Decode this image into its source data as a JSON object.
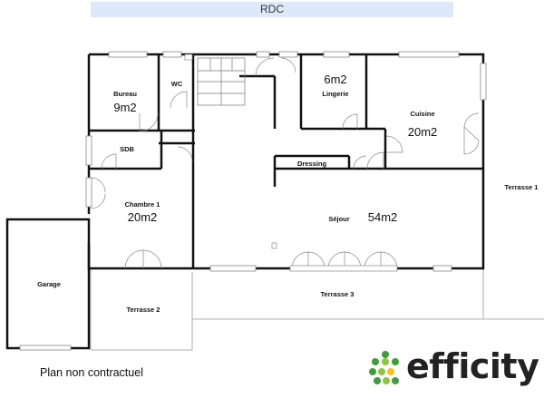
{
  "banner": "RDC",
  "rooms": {
    "bureau": {
      "name": "Bureau",
      "area": "9m2"
    },
    "wc": {
      "name": "WC"
    },
    "lingerie": {
      "name": "Lingerie",
      "area": "6m2"
    },
    "cuisine": {
      "name": "Cuisine",
      "area": "20m2"
    },
    "sdb": {
      "name": "SDB"
    },
    "dressing": {
      "name": "Dressing"
    },
    "chambre1": {
      "name": "Chambre 1",
      "area": "20m2"
    },
    "sejour": {
      "name": "Séjour",
      "area": "54m2"
    },
    "garage": {
      "name": "Garage"
    },
    "terrasse1": {
      "name": "Terrasse 1"
    },
    "terrasse2": {
      "name": "Terrasse 2"
    },
    "terrasse3": {
      "name": "Terrasse 3"
    }
  },
  "footer_note": "Plan non contractuel",
  "brand": {
    "name": "efficity",
    "colors": {
      "dot_green": "#3f9d3a",
      "dot_light": "#8dc63f",
      "dot_yellow": "#f3c21b",
      "text": "#222222"
    }
  },
  "colors": {
    "wall": "#111111",
    "thin": "#888888",
    "glass": "#9a9a9a",
    "banner": "#dde8f8"
  }
}
